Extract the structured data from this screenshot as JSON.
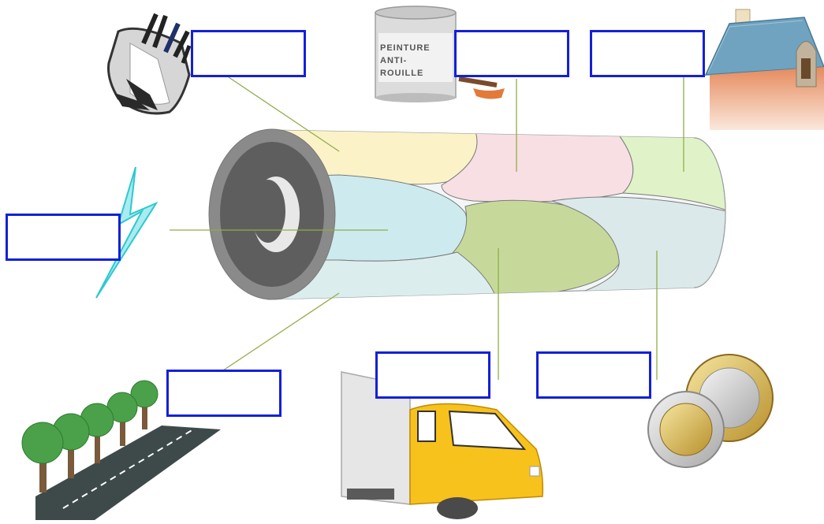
{
  "paint_can": {
    "line1": "PEINTURE",
    "line2": "ANTI-",
    "line3": "ROUILLE"
  },
  "labels": [
    {
      "id": "knives",
      "text": ""
    },
    {
      "id": "paint",
      "text": ""
    },
    {
      "id": "roof",
      "text": ""
    },
    {
      "id": "electricity",
      "text": ""
    },
    {
      "id": "road",
      "text": ""
    },
    {
      "id": "truck",
      "text": ""
    },
    {
      "id": "coins",
      "text": ""
    }
  ],
  "colors": {
    "box_border": "#1420d8",
    "leader_line": "#8fae48",
    "tube_outer": "#8a8a8a",
    "tube_inner": "#5e5e5e",
    "zone_yellow": "#fbf2c8",
    "zone_pink": "#f7dfe4",
    "zone_green_light": "#e0f3c8",
    "zone_cyan": "#cdebee",
    "zone_green": "#c7d99a",
    "zone_gray_blue": "#dce9ea",
    "bolt": "#2ec8d0",
    "truck_cab": "#f7c21c",
    "tree": "#4aa14a",
    "road": "#3e4a4a",
    "roof": "#6fa3c0",
    "house_wall": "#e08658"
  }
}
